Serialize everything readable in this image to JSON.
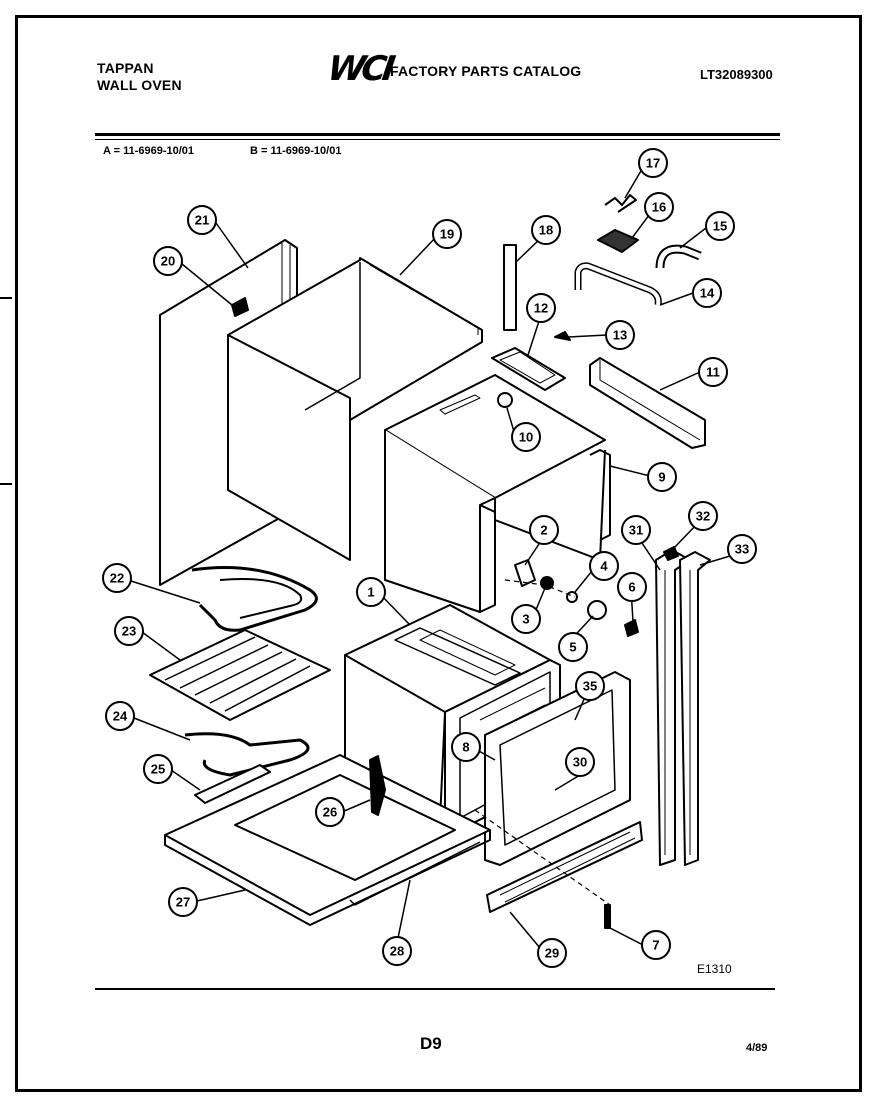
{
  "header": {
    "brand": "TAPPAN",
    "product": "WALL OVEN",
    "logo": "WCI",
    "catalog_title": "FACTORY PARTS CATALOG",
    "catalog_code": "LT32089300"
  },
  "models": {
    "a": "A = 11-6969-10/01",
    "b": "B = 11-6969-10/01"
  },
  "parts": [
    "1",
    "2",
    "3",
    "4",
    "5",
    "6",
    "7",
    "8",
    "9",
    "10",
    "11",
    "12",
    "13",
    "14",
    "15",
    "16",
    "17",
    "18",
    "19",
    "20",
    "21",
    "22",
    "23",
    "24",
    "25",
    "26",
    "27",
    "28",
    "29",
    "30",
    "31",
    "32",
    "33",
    "35"
  ],
  "footer": {
    "figure_code": "E1310",
    "page": "D9",
    "date": "4/89"
  }
}
